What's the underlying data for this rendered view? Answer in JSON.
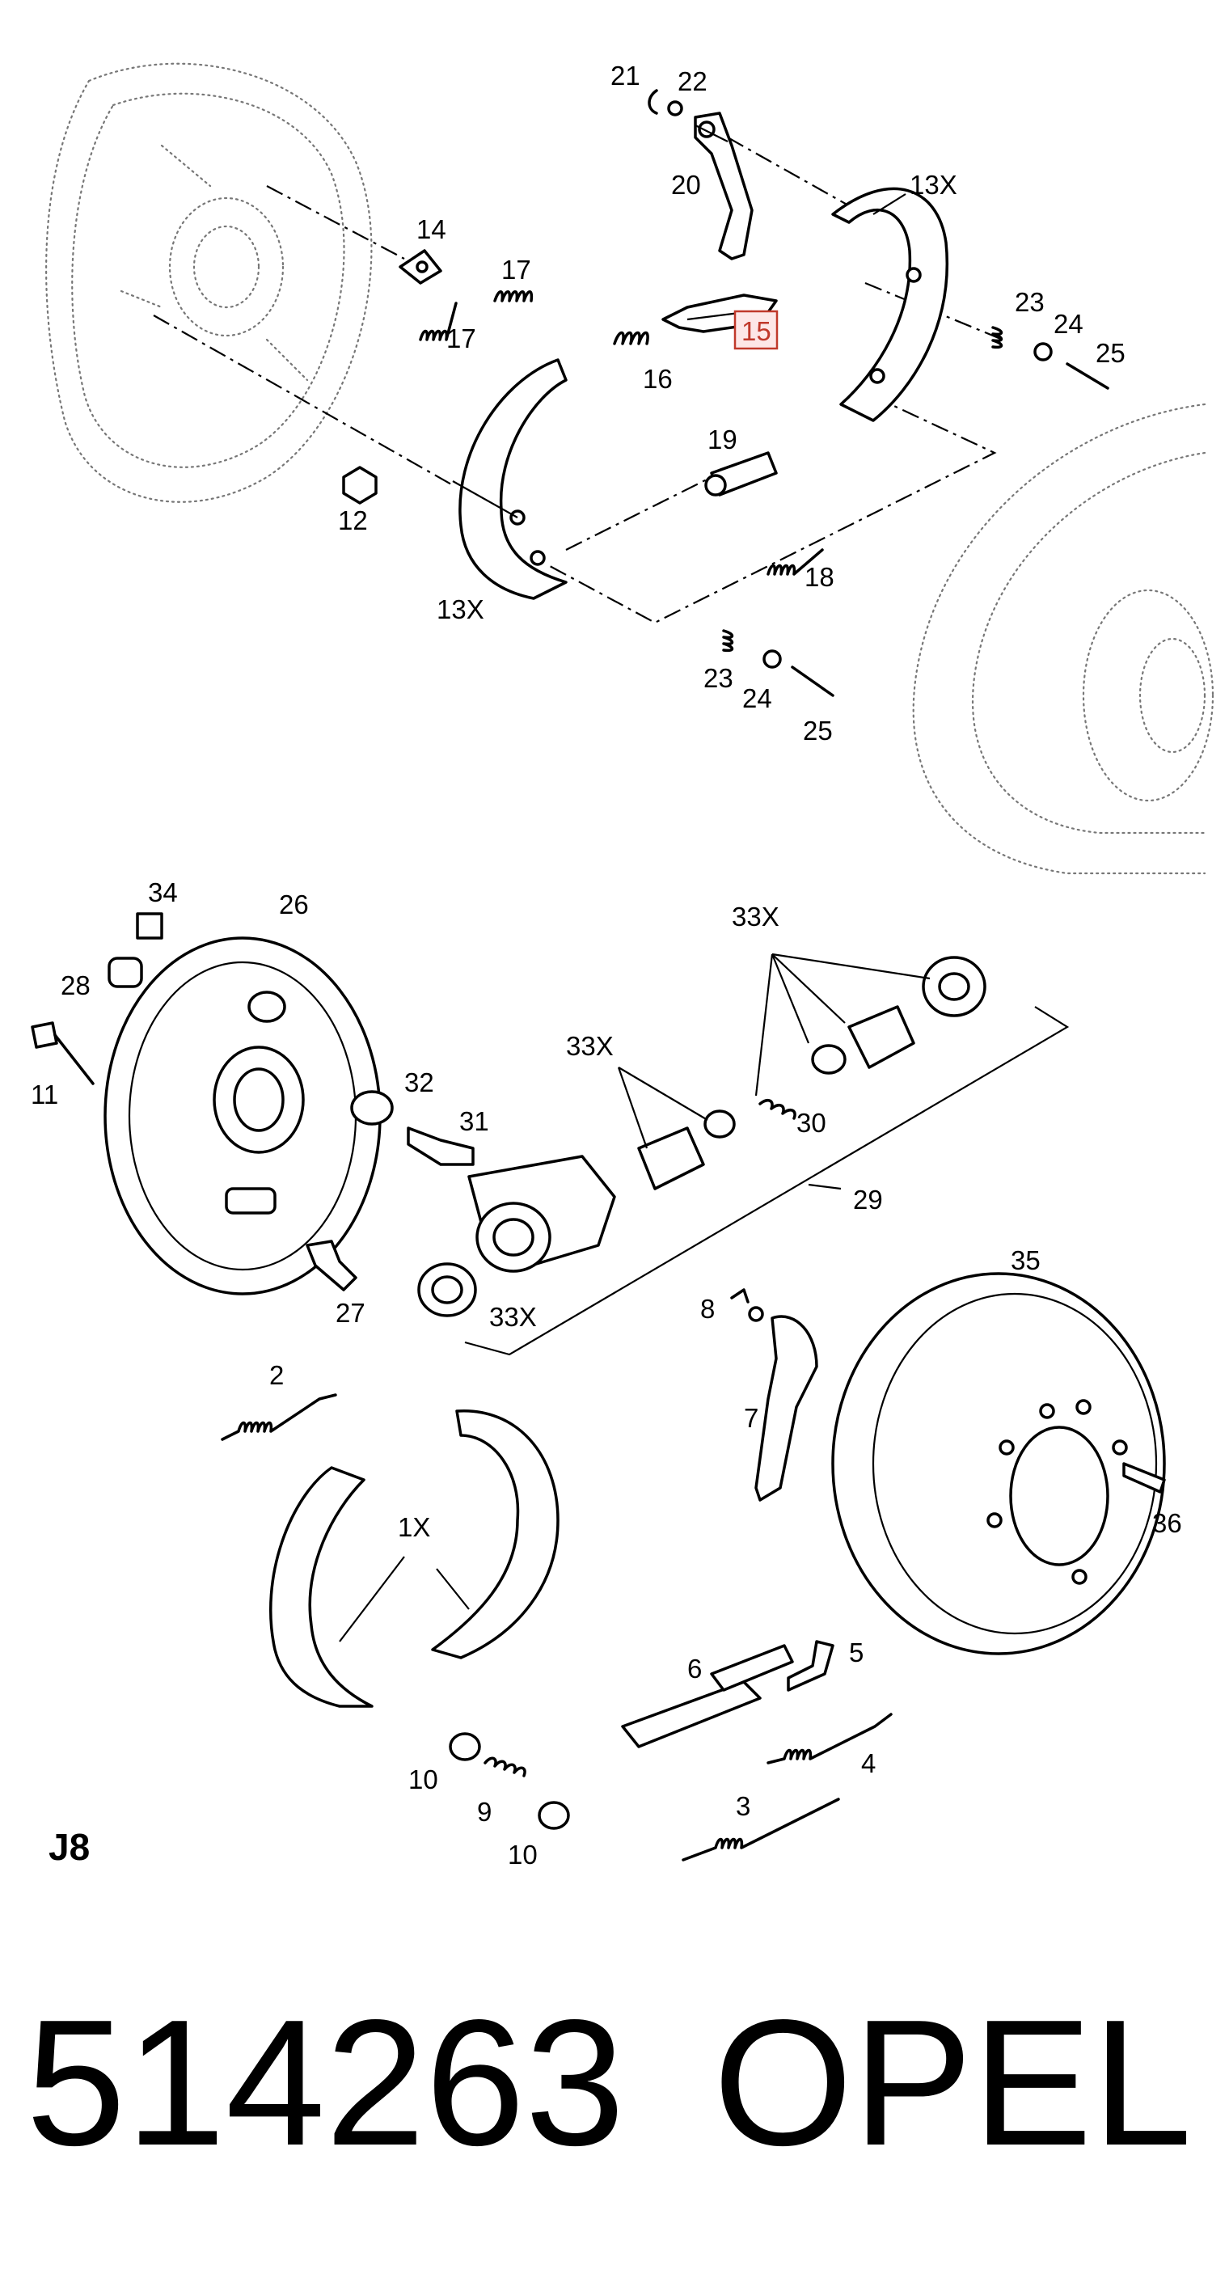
{
  "callouts": {
    "c21": "21",
    "c22": "22",
    "c20": "20",
    "c13x_top": "13X",
    "c14": "14",
    "c17_a": "17",
    "c17_b": "17",
    "c15": "15",
    "c16": "16",
    "c23_a": "23",
    "c24_a": "24",
    "c25_a": "25",
    "c19": "19",
    "c12": "12",
    "c18": "18",
    "c13x_bottom": "13X",
    "c23_b": "23",
    "c24_b": "24",
    "c25_b": "25",
    "c34": "34",
    "c26": "26",
    "c28": "28",
    "c11": "11",
    "c32": "32",
    "c31": "31",
    "c33x_a": "33X",
    "c33x_b": "33X",
    "c30": "30",
    "c29": "29",
    "c27": "27",
    "c33x_c": "33X",
    "c35": "35",
    "c8": "8",
    "c7": "7",
    "c2": "2",
    "c1x": "1X",
    "c36": "36",
    "c6": "6",
    "c5": "5",
    "c4": "4",
    "c10_a": "10",
    "c9": "9",
    "c10_b": "10",
    "c3": "3"
  },
  "highlight": {
    "part": "15",
    "color": "#c0392b"
  },
  "figure_ref": "J8",
  "part_number": "514263",
  "brand": "OPEL"
}
